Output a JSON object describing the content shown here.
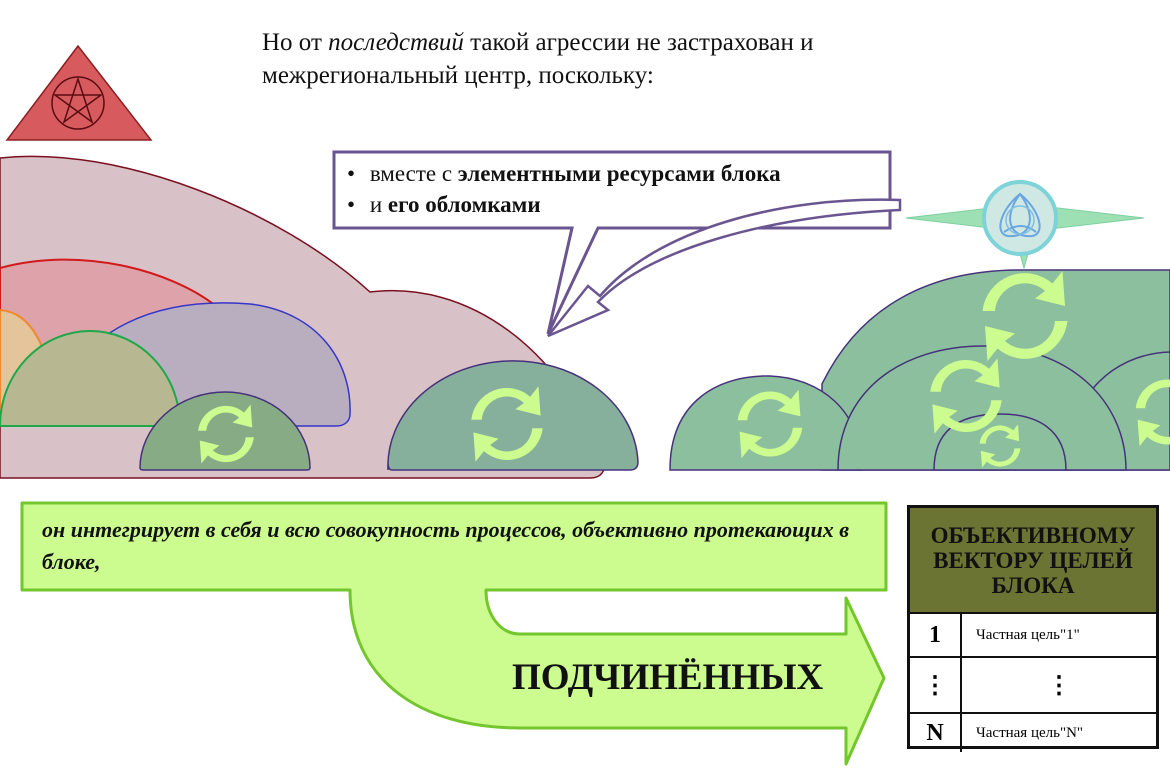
{
  "intro": {
    "part1": "Но от ",
    "emph": "последствий",
    "part2": " такой агрессии не застрахован и межрегиональный центр, поскольку:"
  },
  "callout": {
    "item1_pre": "вместе с ",
    "item1_bold": "элементными ресурсами блока",
    "item2_pre": "и ",
    "item2_bold": "его обломками"
  },
  "green_arrow": {
    "text": "он интегрирует в себя и всю совокупность процессов, объективно протекающих в блоке,",
    "label": "ПОДЧИНЁННЫХ"
  },
  "goals_table": {
    "header": "ОБЪЕКТИВНОМУ ВЕКТОРУ ЦЕЛЕЙ БЛОКА",
    "rows": [
      {
        "num": "1",
        "text": "Частная цель\"1\""
      },
      {
        "num": "⋮",
        "text": "⋮"
      },
      {
        "num": "N",
        "text": "Частная цель\"N\""
      }
    ]
  },
  "icons": [
    "pentagram-triangle-icon",
    "triquetra-compass-icon",
    "cycle-arrows-icon"
  ],
  "colors": {
    "red_triangle": "#d65a5e",
    "cloud_fill": "#d9c1c8",
    "domes_green": "#8cbf9e",
    "arrow_green": "#ccfb8f",
    "table_header": "#6b7432"
  }
}
